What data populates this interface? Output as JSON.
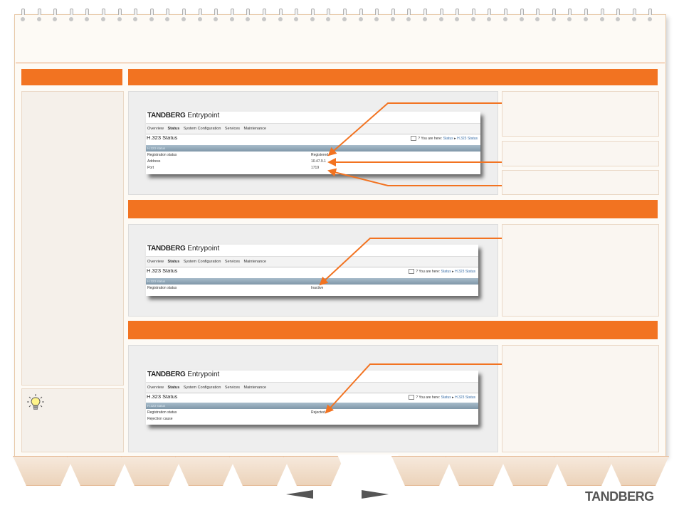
{
  "brand": "TANDBERG",
  "product": {
    "name_bold": "TANDBERG",
    "name_regular": "Entrypoint"
  },
  "nav": {
    "items": [
      "Overview",
      "Status",
      "System Configuration",
      "Services",
      "Maintenance"
    ],
    "active": "Status"
  },
  "page_title": "H.323 Status",
  "breadcrumb": {
    "prefix": "You are here:",
    "link1": "Status",
    "link2": "H.323 Status"
  },
  "screens": [
    {
      "table_header": "H.323 status",
      "rows": [
        {
          "label": "Registration status",
          "value": "Registered"
        },
        {
          "label": "Address",
          "value": "10.47.9.1"
        },
        {
          "label": "Port",
          "value": "1719"
        }
      ]
    },
    {
      "table_header": "H.323 status",
      "rows": [
        {
          "label": "Registration status",
          "value": "Inactive"
        }
      ]
    },
    {
      "table_header": "H.323 status",
      "rows": [
        {
          "label": "Registration status",
          "value": "Rejected"
        },
        {
          "label": "Rejection cause",
          "value": ""
        }
      ]
    }
  ],
  "tab_count": 12,
  "icons": {
    "tip": "lightbulb-icon",
    "prev": "prev-arrow-icon",
    "next": "next-arrow-icon"
  },
  "colors": {
    "accent": "#f27321",
    "link": "#3a6fa8",
    "table_header": "#8ea6b6"
  }
}
